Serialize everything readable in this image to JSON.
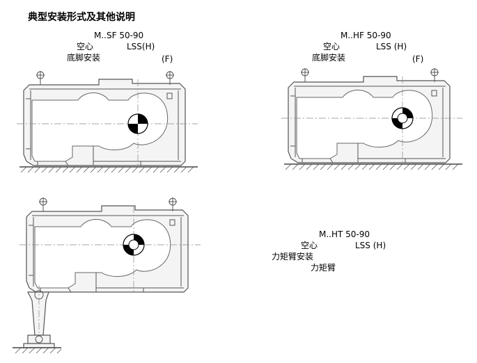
{
  "title": "典型安装形式及其他说明",
  "view_sf": {
    "model": "M..SF 50-90",
    "hollow": "空心",
    "lss": "LSS(H)",
    "mount": "底脚安装",
    "code": "(F)"
  },
  "view_hf": {
    "model": "M..HF 50-90",
    "hollow": "空心",
    "lss": "LSS  (H)",
    "mount": "底脚安装",
    "code": "(F)"
  },
  "view_ht": {
    "model": "M..HT 50-90",
    "hollow": "空心",
    "lss": "LSS   (H)",
    "mount": "力矩臂安装",
    "arm": "力矩臂"
  }
}
